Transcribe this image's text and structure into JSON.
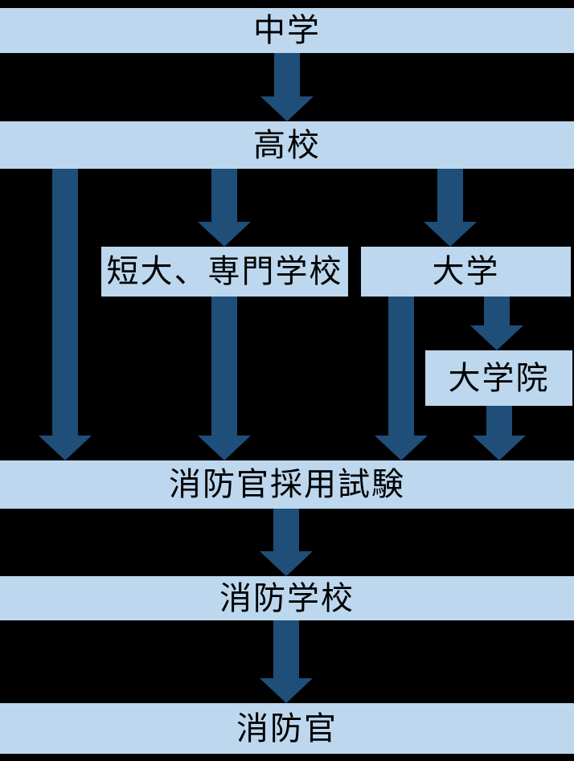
{
  "diagram": {
    "description": "Flowchart of education routes leading to becoming a firefighter in Japan",
    "colors": {
      "background": "#000000",
      "node_fill": "#BDD7EE",
      "arrow": "#1F4E79",
      "text": "#000000"
    },
    "nodes": {
      "chugaku": {
        "label": "中学"
      },
      "koko": {
        "label": "高校"
      },
      "tandai": {
        "label": "短大、専門学校"
      },
      "daigaku": {
        "label": "大学"
      },
      "daigakuin": {
        "label": "大学院"
      },
      "exam": {
        "label": "消防官採用試験"
      },
      "shobogakko": {
        "label": "消防学校"
      },
      "shobokan": {
        "label": "消防官"
      }
    },
    "edges": [
      {
        "from": "中学",
        "to": "高校"
      },
      {
        "from": "高校",
        "to": "消防官採用試験"
      },
      {
        "from": "高校",
        "to": "短大、専門学校"
      },
      {
        "from": "高校",
        "to": "大学"
      },
      {
        "from": "短大、専門学校",
        "to": "消防官採用試験"
      },
      {
        "from": "大学",
        "to": "消防官採用試験"
      },
      {
        "from": "大学",
        "to": "大学院"
      },
      {
        "from": "大学院",
        "to": "消防官採用試験"
      },
      {
        "from": "消防官採用試験",
        "to": "消防学校"
      },
      {
        "from": "消防学校",
        "to": "消防官"
      }
    ]
  }
}
